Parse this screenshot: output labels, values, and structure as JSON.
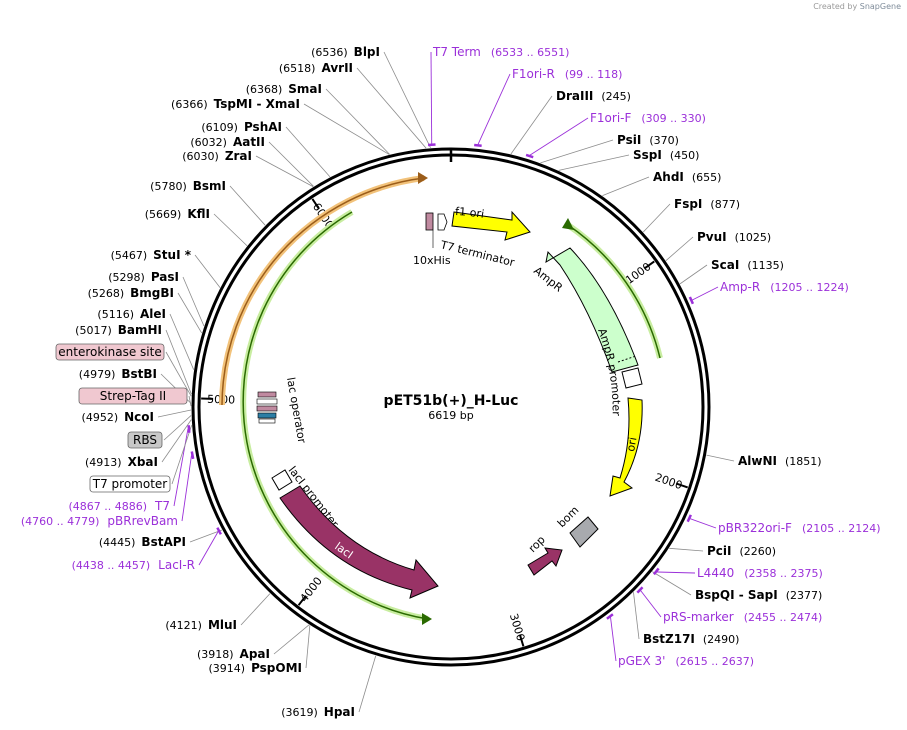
{
  "credit": {
    "prefix": "Created by",
    "brand": "SnapGene"
  },
  "plasmid": {
    "name": "pET51b(+)_H-Luc",
    "length": 6619,
    "length_label": "6619 bp"
  },
  "ticks": [
    {
      "bp": 1000,
      "label": "1000"
    },
    {
      "bp": 2000,
      "label": "2000"
    },
    {
      "bp": 3000,
      "label": "3000"
    },
    {
      "bp": 4000,
      "label": "4000"
    },
    {
      "bp": 5000,
      "label": "5000"
    },
    {
      "bp": 6000,
      "label": "6000"
    }
  ],
  "sites": [
    {
      "name": "BlpI",
      "pos": "(6536)",
      "bp": 6536
    },
    {
      "name": "AvrII",
      "pos": "(6518)",
      "bp": 6518
    },
    {
      "name": "SmaI",
      "pos": "(6368)",
      "bp": 6368
    },
    {
      "name": "TspMI - XmaI",
      "pos": "(6366)",
      "bp": 6366
    },
    {
      "name": "PshAI",
      "pos": "(6109)",
      "bp": 6109
    },
    {
      "name": "AatII",
      "pos": "(6032)",
      "bp": 6032
    },
    {
      "name": "ZraI",
      "pos": "(6030)",
      "bp": 6030
    },
    {
      "name": "BsmI",
      "pos": "(5780)",
      "bp": 5780
    },
    {
      "name": "KflI",
      "pos": "(5669)",
      "bp": 5669
    },
    {
      "name": "StuI *",
      "pos": "(5467)",
      "bp": 5467
    },
    {
      "name": "PasI",
      "pos": "(5298)",
      "bp": 5298
    },
    {
      "name": "BmgBI",
      "pos": "(5268)",
      "bp": 5268
    },
    {
      "name": "AleI",
      "pos": "(5116)",
      "bp": 5116
    },
    {
      "name": "BamHI",
      "pos": "(5017)",
      "bp": 5017
    },
    {
      "name": "BstBI",
      "pos": "(4979)",
      "bp": 4979
    },
    {
      "name": "NcoI",
      "pos": "(4952)",
      "bp": 4952
    },
    {
      "name": "XbaI",
      "pos": "(4913)",
      "bp": 4913
    },
    {
      "name": "BstAPI",
      "pos": "(4445)",
      "bp": 4445
    },
    {
      "name": "MluI",
      "pos": "(4121)",
      "bp": 4121
    },
    {
      "name": "ApaI",
      "pos": "(3918)",
      "bp": 3918
    },
    {
      "name": "PspOMI",
      "pos": "(3914)",
      "bp": 3914
    },
    {
      "name": "HpaI",
      "pos": "(3619)",
      "bp": 3619
    },
    {
      "name": "DraIII",
      "pos": "(245)",
      "bp": 245
    },
    {
      "name": "PsiI",
      "pos": "(370)",
      "bp": 370
    },
    {
      "name": "SspI",
      "pos": "(450)",
      "bp": 450
    },
    {
      "name": "AhdI",
      "pos": "(655)",
      "bp": 655
    },
    {
      "name": "FspI",
      "pos": "(877)",
      "bp": 877
    },
    {
      "name": "PvuI",
      "pos": "(1025)",
      "bp": 1025
    },
    {
      "name": "ScaI",
      "pos": "(1135)",
      "bp": 1135
    },
    {
      "name": "AlwNI",
      "pos": "(1851)",
      "bp": 1851
    },
    {
      "name": "PciI",
      "pos": "(2260)",
      "bp": 2260
    },
    {
      "name": "BspQI - SapI",
      "pos": "(2377)",
      "bp": 2377
    },
    {
      "name": "BstZ17I",
      "pos": "(2490)",
      "bp": 2490
    }
  ],
  "primers": [
    {
      "name": "T7 Term",
      "range": "(6533 .. 6551)",
      "bp": 6542
    },
    {
      "name": "F1ori-R",
      "range": "(99 .. 118)",
      "bp": 108
    },
    {
      "name": "F1ori-F",
      "range": "(309 .. 330)",
      "bp": 320
    },
    {
      "name": "Amp-R",
      "range": "(1205 .. 1224)",
      "bp": 1215
    },
    {
      "name": "pBR322ori-F",
      "range": "(2105 .. 2124)",
      "bp": 2115
    },
    {
      "name": "L4440",
      "range": "(2358 .. 2375)",
      "bp": 2366
    },
    {
      "name": "pRS-marker",
      "range": "(2455 .. 2474)",
      "bp": 2465
    },
    {
      "name": "pGEX 3'",
      "range": "(2615 .. 2637)",
      "bp": 2626
    },
    {
      "name": "T7",
      "range": "(4867 .. 4886)",
      "bp": 4876
    },
    {
      "name": "pBRrevBam",
      "range": "(4760 .. 4779)",
      "bp": 4770
    },
    {
      "name": "LacI-R",
      "range": "(4438 .. 4457)",
      "bp": 4447
    }
  ],
  "boxed_features": [
    {
      "name": "enterokinase site",
      "fill": "#f0c8d0"
    },
    {
      "name": "Strep-Tag II",
      "fill": "#f0c8d0"
    },
    {
      "name": "RBS",
      "fill": "#c8c8c8"
    },
    {
      "name": "T7 promoter",
      "fill": "#ffffff"
    }
  ],
  "inner_features": [
    {
      "name": "f1 ori",
      "color": "#ffff00"
    },
    {
      "name": "AmpR",
      "color": "#ccffcc"
    },
    {
      "name": "AmpR promoter",
      "color": "#ffffff"
    },
    {
      "name": "ori",
      "color": "#ffff00"
    },
    {
      "name": "bom",
      "color": "#a8aaae"
    },
    {
      "name": "rop",
      "color": "#993366"
    },
    {
      "name": "lacI",
      "color": "#993366"
    },
    {
      "name": "lacI promoter",
      "color": "#ffffff"
    },
    {
      "name": "lac operator",
      "color": "#ffffff"
    },
    {
      "name": "T7 terminator",
      "color": "#c08aa0"
    },
    {
      "name": "10xHis",
      "color": "#c08aa0"
    }
  ],
  "colors": {
    "site": "#000000",
    "primer": "#9b30d9",
    "backbone": "#000000",
    "orf_highlight": "#8dd35f",
    "luc_highlight": "#e8a040"
  }
}
